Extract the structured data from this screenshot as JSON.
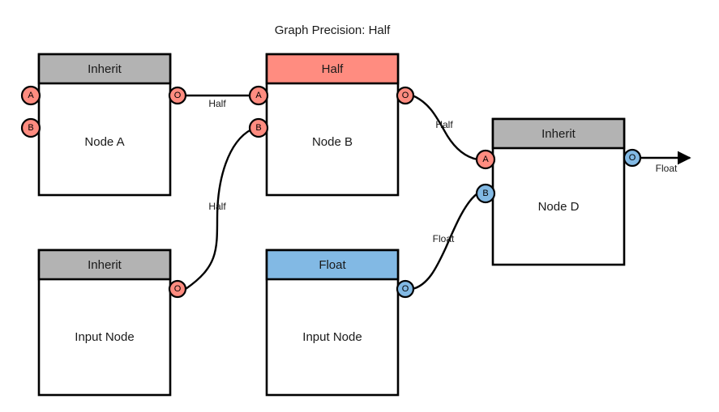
{
  "title": "Graph Precision: Half",
  "colors": {
    "inherit_header": "#b3b3b3",
    "half_header": "#ff8c80",
    "float_header": "#82b9e4",
    "half_port": "#ff8c80",
    "float_port": "#82b9e4",
    "node_body": "#ffffff",
    "stroke": "#000000"
  },
  "nodes": {
    "node_a": {
      "header_label": "Inherit",
      "header_type": "inherit",
      "body_label": "Node A",
      "ports": {
        "in_a": "A",
        "in_b": "B",
        "out_o": "O"
      }
    },
    "node_b": {
      "header_label": "Half",
      "header_type": "half",
      "body_label": "Node B",
      "ports": {
        "in_a": "A",
        "in_b": "B",
        "out_o": "O"
      }
    },
    "node_d": {
      "header_label": "Inherit",
      "header_type": "inherit",
      "body_label": "Node D",
      "ports": {
        "in_a": "A",
        "in_b": "B",
        "out_o": "O"
      }
    },
    "input_node_left": {
      "header_label": "Inherit",
      "header_type": "inherit",
      "body_label": "Input Node",
      "ports": {
        "out_o": "O"
      }
    },
    "input_node_middle": {
      "header_label": "Float",
      "header_type": "float",
      "body_label": "Input Node",
      "ports": {
        "out_o": "O"
      }
    }
  },
  "edges": {
    "a_out_to_b_in_a": "Half",
    "input_left_out_to_b_in_b": "Half",
    "b_out_to_d_in_a": "Half",
    "input_middle_out_to_d_in_b": "Float",
    "d_out_to_sink": "Float"
  }
}
